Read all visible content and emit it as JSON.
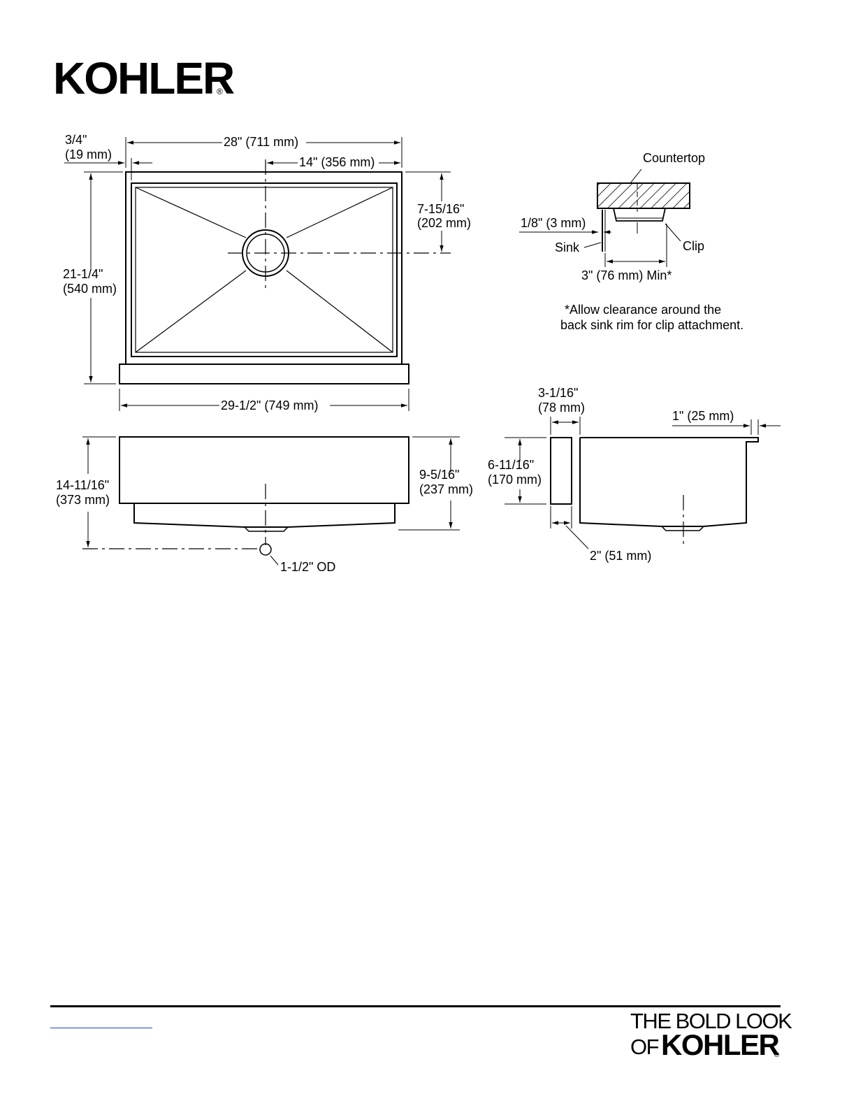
{
  "brand": {
    "logo_text": "KOHLER",
    "registered_mark": "®",
    "tagline_line1": "THE BOLD LOOK",
    "tagline_of": "OF",
    "tagline_brand": "KOHLER",
    "tagline_mark": "®"
  },
  "colors": {
    "ink": "#000000",
    "link": "#1a3fd8"
  },
  "top_view": {
    "edge_width": "3/4\"",
    "edge_width_mm": "(19 mm)",
    "overall_width": "28\" (711 mm)",
    "drain_offset_x": "14\" (356 mm)",
    "drain_offset_y": "7-15/16\"",
    "drain_offset_y_mm": "(202 mm)",
    "depth": "21-1/4\"",
    "depth_mm": "(540 mm)",
    "apron_width": "29-1/2\" (749 mm)"
  },
  "front_view": {
    "overall_height": "14-11/16\"",
    "overall_height_mm": "(373 mm)",
    "bowl_depth": "9-5/16\"",
    "bowl_depth_mm": "(237 mm)",
    "drain_size": "1-1/2\" OD"
  },
  "clip_detail": {
    "countertop": "Countertop",
    "gap": "1/8\" (3 mm)",
    "sink": "Sink",
    "clip": "Clip",
    "min_clearance": "3\" (76 mm) Min*",
    "note_line1": "*Allow clearance around the",
    "note_line2": "back sink rim for clip attachment."
  },
  "side_view": {
    "apron_thickness": "3-1/16\"",
    "apron_thickness_mm": "(78 mm)",
    "rim_flange": "1\" (25 mm)",
    "apron_height": "6-11/16\"",
    "apron_height_mm": "(170 mm)",
    "apron_offset": "2\" (51 mm)"
  }
}
